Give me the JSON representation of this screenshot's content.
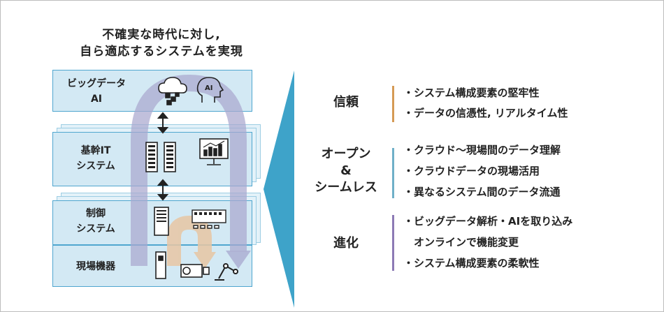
{
  "diagram": {
    "title_line1": "不確実な時代に対し,",
    "title_line2": "自ら適応するシステムを実現",
    "layers": {
      "bigdata_line1": "ビッグデータ",
      "bigdata_line2": "AI",
      "core_line1": "基幹IT",
      "core_line2": "システム",
      "control_line1": "制御",
      "control_line2": "システム",
      "field": "現場機器"
    },
    "ai_icon_text": "AI",
    "colors": {
      "box_fill": "#d3e9f4",
      "box_border": "#4fa6cf",
      "arrow_purple": "#a9a8cf",
      "arrow_orange": "#e8c6a3",
      "chevron": "#3ea3c9",
      "bar_reliability": "#d59a55",
      "bar_open": "#6fb0c8",
      "bar_evolution": "#8d7ab5"
    }
  },
  "features": [
    {
      "category": "信頼",
      "bullets": [
        "・システム構成要素の堅牢性",
        "・データの信憑性, リアルタイム性"
      ]
    },
    {
      "category_line1": "オープン",
      "category_line2": "&",
      "category_line3": "シームレス",
      "bullets": [
        "・クラウド～現場間のデータ理解",
        "・クラウドデータの現場活用",
        "・異なるシステム間のデータ流通"
      ]
    },
    {
      "category": "進化",
      "bullets": [
        "・ビッグデータ解析・AIを取り込み",
        "　オンラインで機能変更",
        "・システム構成要素の柔軟性"
      ]
    }
  ]
}
